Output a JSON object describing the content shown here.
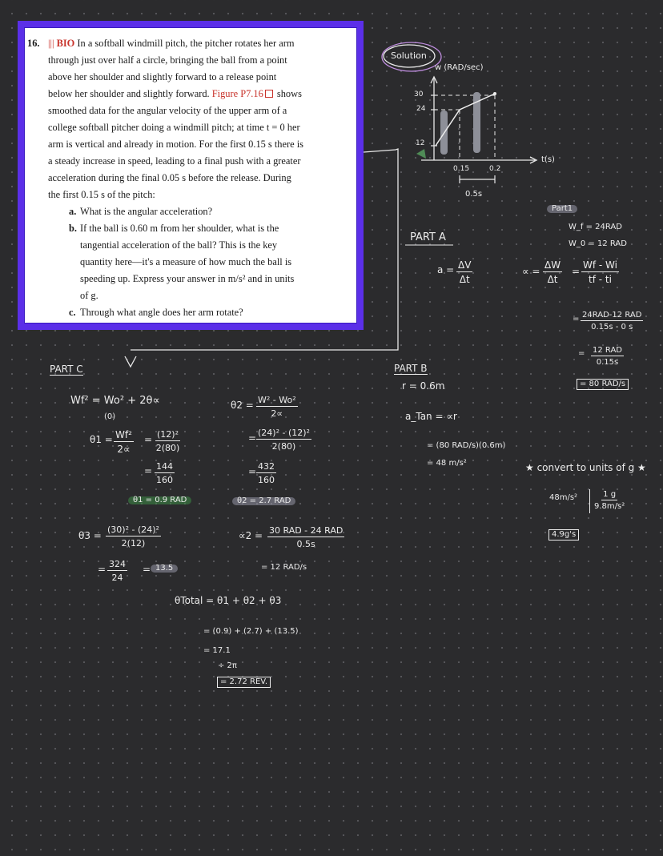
{
  "problem": {
    "number": "16.",
    "difficulty": "|||",
    "tag": "BIO",
    "line1": "In a softball windmill pitch, the pitcher rotates her arm",
    "line2": "through just over half a circle, bringing the ball from a point",
    "line3": "above her shoulder and slightly forward to a release point",
    "line4a": "below her shoulder and slightly forward.",
    "figure_ref": "Figure P7.16",
    "line4b": "shows",
    "line5": "smoothed data for the angular velocity of the upper arm of a",
    "line6": "college softball pitcher doing a windmill pitch; at time t = 0 her",
    "line7": "arm is vertical and already in motion. For the first 0.15 s there is",
    "line8": "a steady increase in speed, leading to a final push with a greater",
    "line9": "acceleration during the final 0.05 s before the release. During",
    "line10": "the first 0.15 s of the pitch:",
    "items": [
      {
        "label": "a.",
        "lines": [
          "What is the angular acceleration?"
        ]
      },
      {
        "label": "b.",
        "lines": [
          "If the ball is 0.60 m from her shoulder, what is the",
          "tangential acceleration of the ball? This is the key",
          "quantity here—it's a measure of how much the ball is",
          "speeding up. Express your answer in m/s² and in units",
          "of g."
        ]
      },
      {
        "label": "c.",
        "lines": [
          "Through what angle does her arm rotate?"
        ]
      }
    ]
  },
  "solution": {
    "label": "Solution",
    "graph": {
      "y_axis": "w (RAD/sec)",
      "x_axis": "t(s)",
      "y_ticks": [
        "30",
        "24",
        "12"
      ],
      "x_ticks": [
        "0.15",
        "0.2"
      ],
      "span_label": "0.5s"
    },
    "part_a": {
      "heading": "PART A",
      "formula_lhs": "a =",
      "formula_num": "ΔV",
      "formula_den": "Δt"
    },
    "part1": {
      "tag": "Part1",
      "wf": "W_f = 24RAD",
      "w0": "W_0 = 12 RAD",
      "alpha_lhs": "∝ =",
      "frac1_num": "ΔW",
      "frac1_den": "Δt",
      "frac2_num": "Wf - Wi",
      "frac2_den": "tf - ti",
      "step_num": "24RAD-12 RAD",
      "step_den": "0.15s - 0 s",
      "step2_num": "12 RAD",
      "step2_den": "0.15s",
      "result": "= 80 RAD/s"
    },
    "part_b": {
      "heading": "PART B",
      "r": "r = 0.6m",
      "formula": "a_Tan = ∝r",
      "step1": "= (80 RAD/s)(0.6m)",
      "step2": "= 48 m/s²",
      "convert_note": "★ convert to units of g ★",
      "conv_lhs": "48m/s²",
      "conv_num": "1 g",
      "conv_den": "9.8m/s²",
      "result": "4.9g's"
    },
    "part_c": {
      "heading": "PART C",
      "eq1": "Wf² = Wo² + 2θ∝",
      "eq1_sub": "(0)",
      "theta1_lhs": "θ1 =",
      "theta1_num": "Wf²",
      "theta1_den": "2∝",
      "theta1_eq": "=",
      "theta1_n2": "(12)²",
      "theta1_d2": "2(80)",
      "theta1_n3": "144",
      "theta1_d3": "160",
      "theta1_result": "θ1 = 0.9 RAD",
      "theta2_lhs": "θ2 =",
      "theta2_num": "W² - Wo²",
      "theta2_den": "2∝",
      "theta2_n2": "(24)² - (12)²",
      "theta2_d2": "2(80)",
      "theta2_n3": "432",
      "theta2_d3": "160",
      "theta2_result": "θ2 = 2.7 RAD",
      "alpha2_lhs": "∝2 =",
      "alpha2_num": "30 RAD - 24 RAD",
      "alpha2_den": "0.5s",
      "alpha2_result": "= 12 RAD/s",
      "theta3_lhs": "θ3 =",
      "theta3_num": "(30)² - (24)²",
      "theta3_den": "2(12)",
      "theta3_n2": "324",
      "theta3_d2": "24",
      "theta3_result": "13.5",
      "total_line": "θTotal = θ1 + θ2 + θ3",
      "total_sub": "= (0.9) + (2.7) + (13.5)",
      "total_sum": "= 17.1",
      "total_div": "÷ 2π",
      "total_result": "= 2.72 REV."
    }
  }
}
